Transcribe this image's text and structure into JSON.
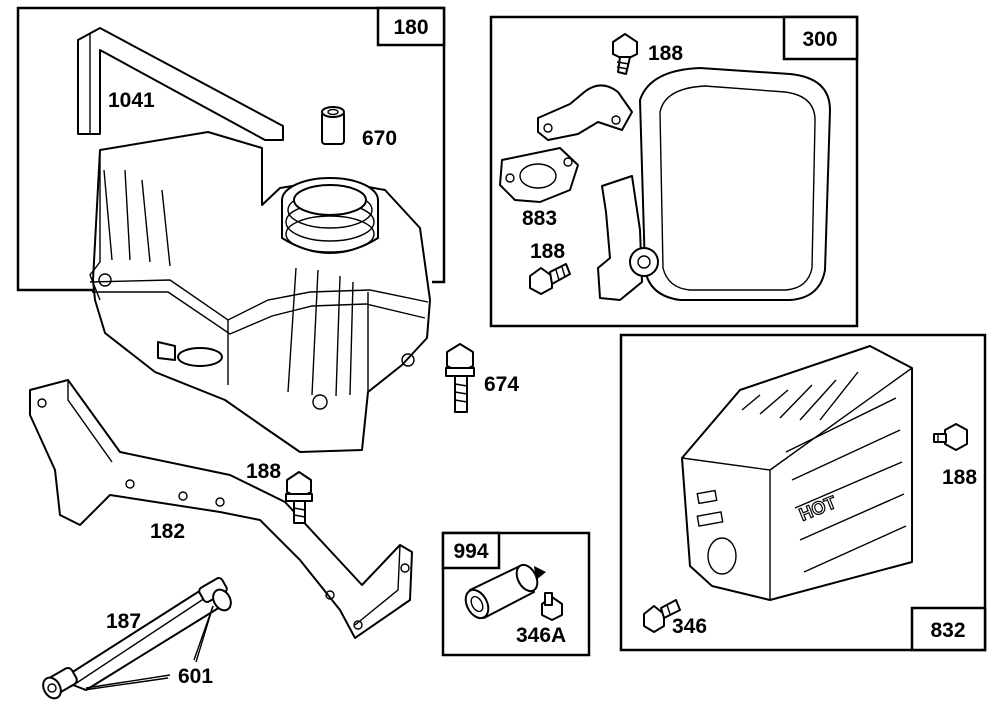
{
  "groups": [
    {
      "id": "180",
      "label": "180"
    },
    {
      "id": "300",
      "label": "300"
    },
    {
      "id": "994",
      "label": "994"
    },
    {
      "id": "832",
      "label": "832"
    }
  ],
  "part_labels": {
    "p1041": "1041",
    "p670": "670",
    "p188_a": "188",
    "p883": "883",
    "p188_b": "188",
    "p674": "674",
    "p188_c": "188",
    "p182": "182",
    "p187": "187",
    "p601": "601",
    "p346A": "346A",
    "p346": "346",
    "p188_d": "188"
  },
  "guard_text": "HOT"
}
